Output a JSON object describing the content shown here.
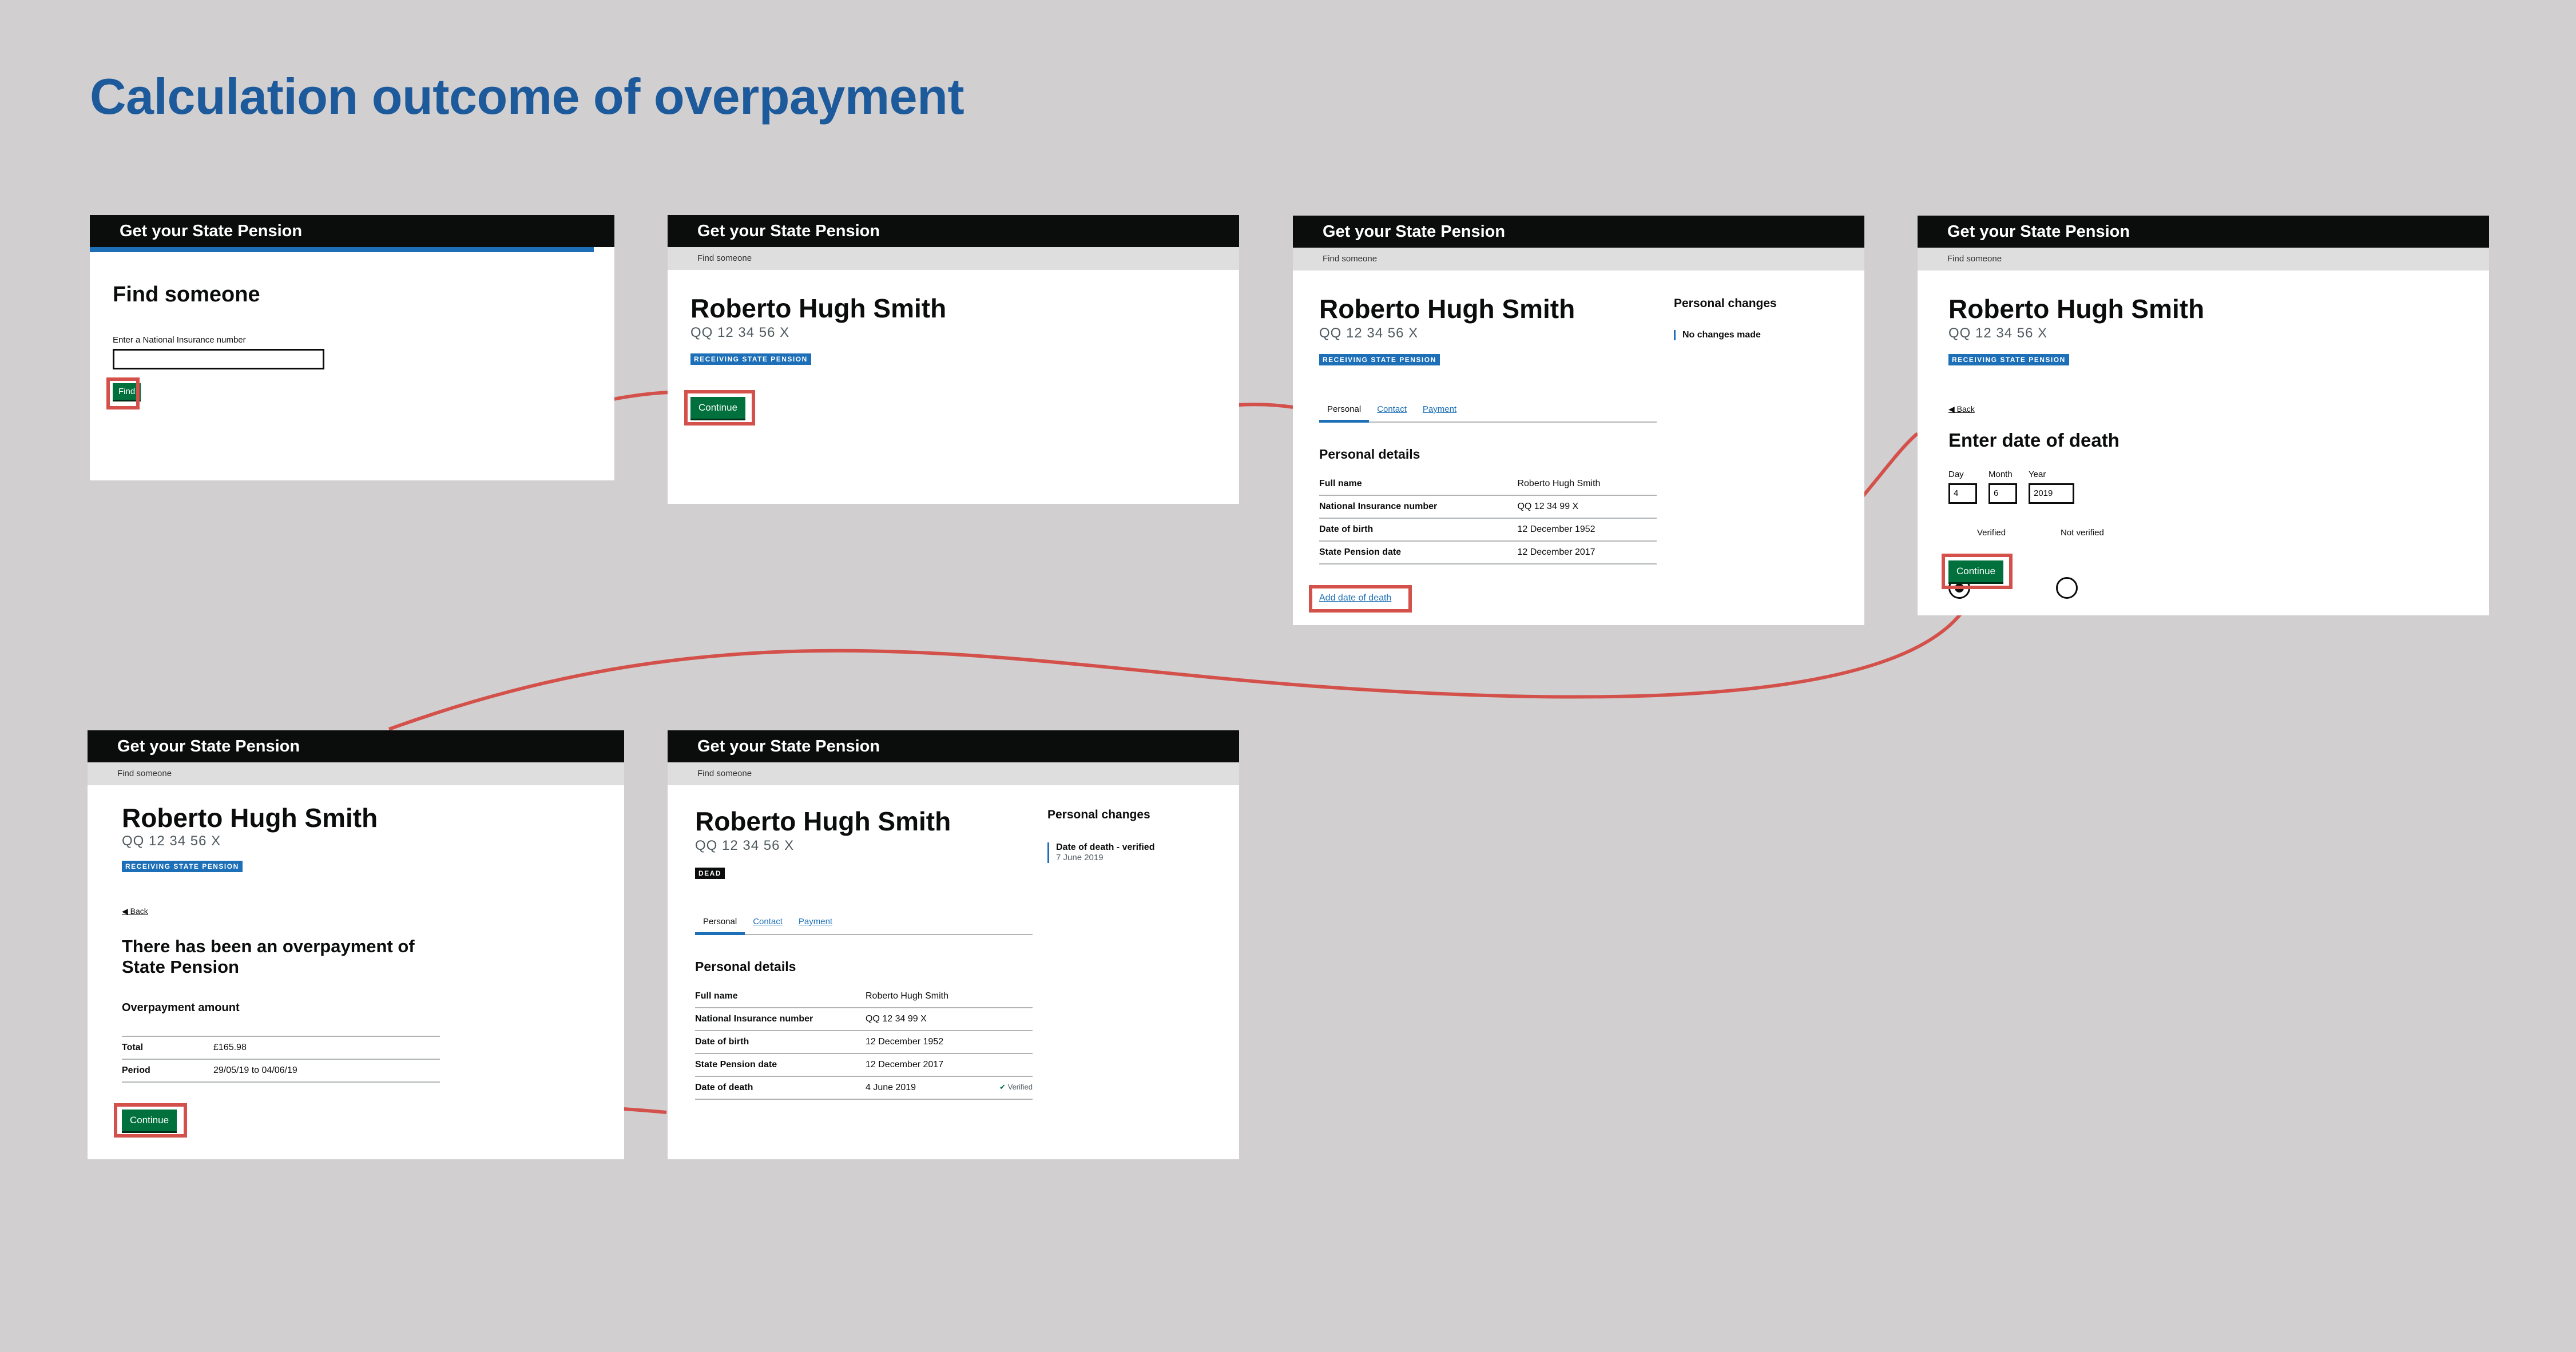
{
  "page_title": "Calculation outcome of overpayment",
  "service_name": "Get your State Pension",
  "breadcrumb": "Find someone",
  "screen1": {
    "heading": "Find someone",
    "input_label": "Enter a National Insurance number",
    "input_value": "",
    "button": "Find"
  },
  "person": {
    "name": "Roberto Hugh Smith",
    "nino": "QQ 12 34 56 X",
    "status_tag": "RECEIVING STATE PENSION",
    "dead_tag": "DEAD"
  },
  "screen2": {
    "button": "Continue"
  },
  "tabs": [
    "Personal",
    "Contact",
    "Payment"
  ],
  "personal_details": {
    "heading": "Personal details",
    "rows": [
      {
        "key": "Full name",
        "value": "Roberto Hugh Smith"
      },
      {
        "key": "National Insurance number",
        "value": "QQ 12 34 99 X"
      },
      {
        "key": "Date of birth",
        "value": "12 December 1952"
      },
      {
        "key": "State Pension date",
        "value": "12 December 2017"
      }
    ],
    "death_row": {
      "key": "Date of death",
      "value": "4 June 2019",
      "status": "Verified"
    }
  },
  "changes": {
    "heading": "Personal changes",
    "none": "No changes made",
    "item_title": "Date of death - verified",
    "item_date": "7 June 2019"
  },
  "screen3": {
    "link": "Add date of death"
  },
  "screen4": {
    "back": "Back",
    "heading": "Enter date of death",
    "day_label": "Day",
    "month_label": "Month",
    "year_label": "Year",
    "day": "4",
    "month": "6",
    "year": "2019",
    "radio_verified": "Verified",
    "radio_not_verified": "Not verified",
    "button": "Continue"
  },
  "screen5": {
    "back": "Back",
    "heading": "There has been an overpayment of State Pension",
    "amount_heading": "Overpayment amount",
    "rows": [
      {
        "key": "Total",
        "value": "£165.98"
      },
      {
        "key": "Period",
        "value": "29/05/19 to 04/06/19"
      }
    ],
    "button": "Continue"
  },
  "colors": {
    "background": "#d1cfd0",
    "title": "#1d5a9b",
    "highlight": "#d4504a",
    "button": "#00703c",
    "tag": "#1d70b8"
  }
}
